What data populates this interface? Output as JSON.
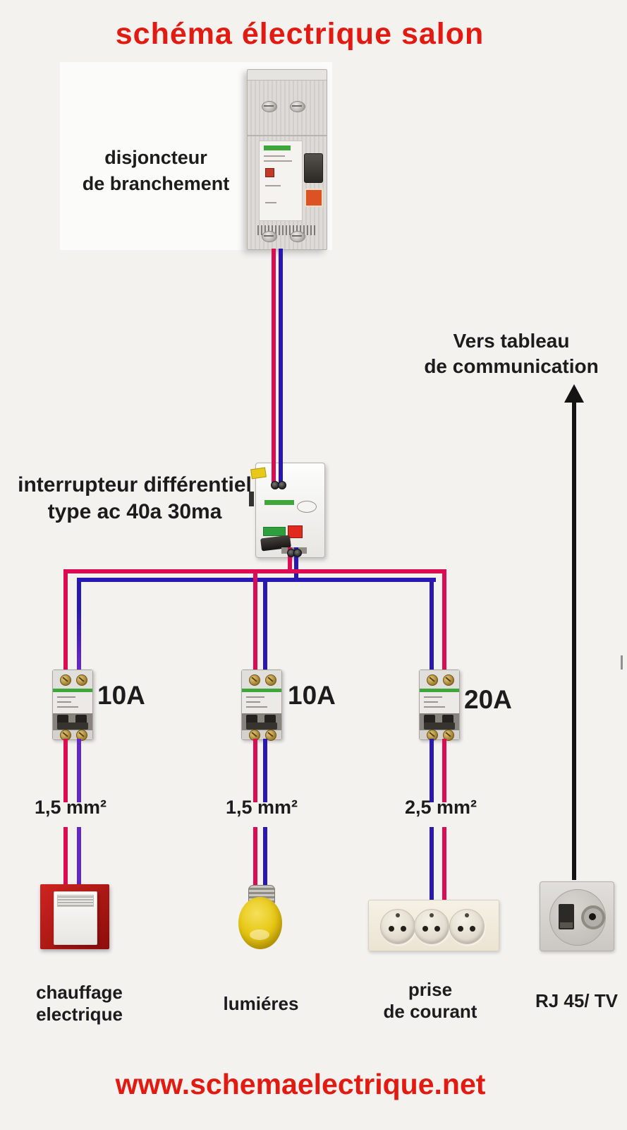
{
  "page": {
    "title": "schéma électrique salon",
    "website": "www.schemaelectrique.net"
  },
  "colors": {
    "background": "#f3f2ef",
    "title_red": "#e11b12",
    "url_red": "#e11b12",
    "text_black": "#1c1c1c",
    "wire_live": "#db0c53",
    "wire_neutral": "#2817b2",
    "wire_neutral_violet": "#6326cb",
    "arrow_black": "#141414",
    "breaker_green": "#3ea63b",
    "heater_red": "#bb1a16",
    "bulb_yellow": "#e6c515"
  },
  "components": {
    "main_breaker": {
      "label_line1": "disjoncteur",
      "label_line2": "de branchement"
    },
    "differential_switch": {
      "label_line1": "interrupteur différentiel",
      "label_line2": "type ac 40a 30ma"
    },
    "communication": {
      "label_line1": "Vers tableau",
      "label_line2": "de communication",
      "socket_label": "RJ 45/ TV"
    }
  },
  "circuits": [
    {
      "breaker_rating": "10A",
      "wire_section": "1,5 mm²",
      "load_line1": "chauffage",
      "load_line2": "electrique"
    },
    {
      "breaker_rating": "10A",
      "wire_section": "1,5 mm²",
      "load_line1": "lumiéres",
      "load_line2": ""
    },
    {
      "breaker_rating": "20A",
      "wire_section": "2,5 mm²",
      "load_line1": "prise",
      "load_line2": "de courant"
    }
  ]
}
